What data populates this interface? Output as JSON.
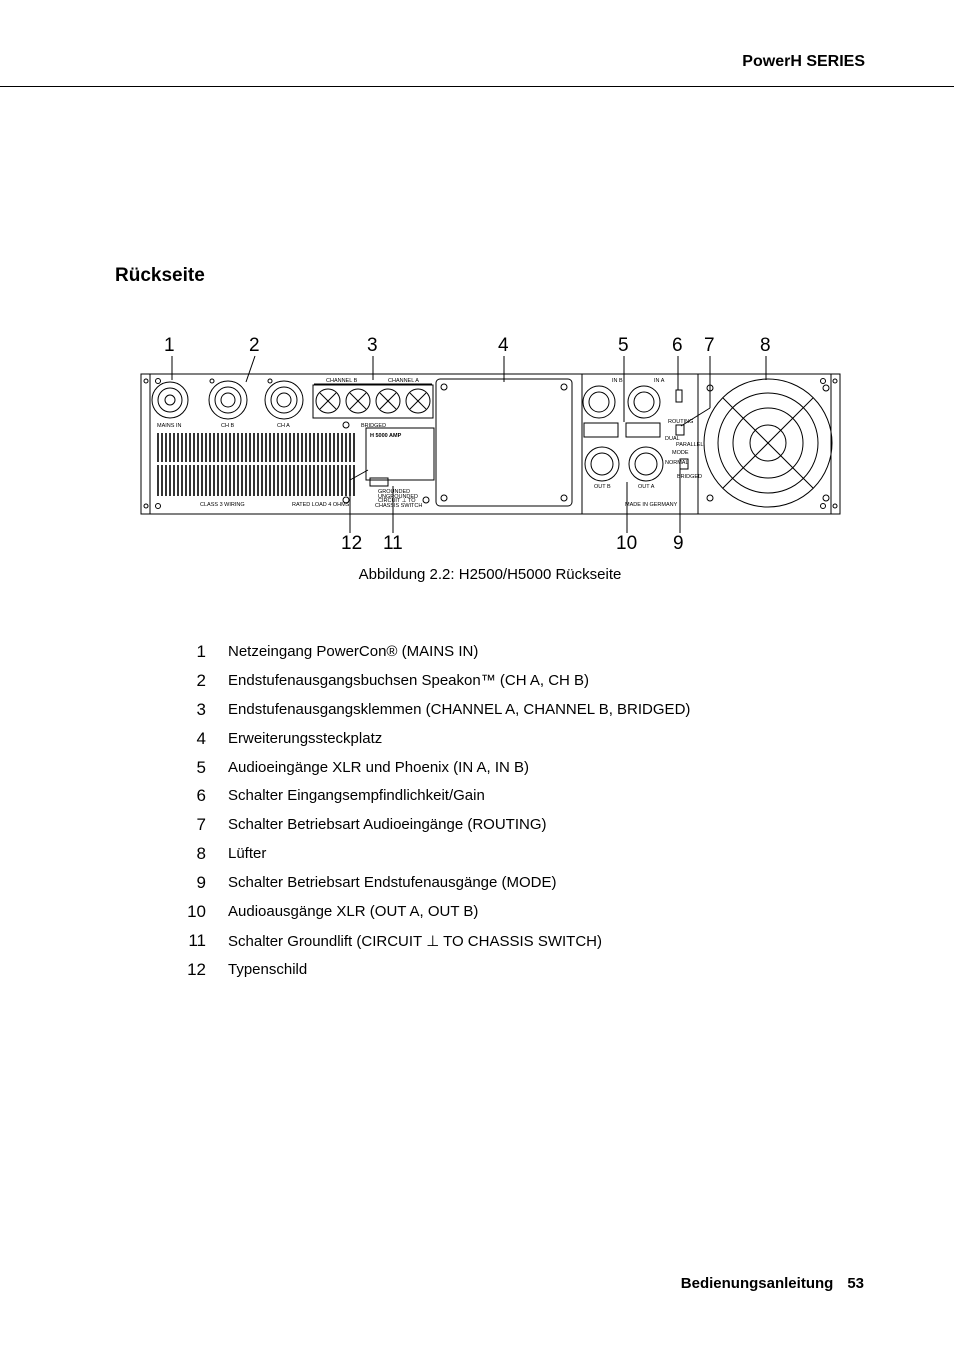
{
  "header": {
    "series_title": "PowerH SERIES"
  },
  "section": {
    "title": "Rückseite"
  },
  "figure": {
    "callouts_top": [
      "1",
      "2",
      "3",
      "4",
      "5",
      "6",
      "7",
      "8"
    ],
    "callouts_bottom": [
      "12",
      "11",
      "10",
      "9"
    ],
    "panel_labels": {
      "mains_in": "MAINS IN",
      "ch_b": "CH B",
      "ch_a": "CH A",
      "channel_b": "CHANNEL B",
      "channel_a": "CHANNEL A",
      "bridged": "BRIDGED",
      "class_wiring": "CLASS 3 WIRING",
      "rated_load": "RATED LOAD 4 OHMS",
      "nameplate_title": "H 5000 AMP",
      "in_b": "IN B",
      "in_a": "IN A",
      "out_b": "OUT B",
      "out_a": "OUT A",
      "routing": "ROUTING",
      "dual": "DUAL",
      "parallel": "PARALLEL",
      "mode": "MODE",
      "normal": "NORMAL",
      "bridged_sw": "BRIDGED",
      "made_in": "MADE IN GERMANY",
      "grounded": "GROUNDED",
      "ungrounded": "UNGROUNDED",
      "circuit_to": "CIRCUIT ⊥ TO",
      "chassis_switch": "CHASSIS SWITCH"
    },
    "caption": "Abbildung 2.2: H2500/H5000 Rückseite"
  },
  "legend": [
    {
      "num": "1",
      "text": "Netzeingang PowerCon® (MAINS IN)"
    },
    {
      "num": "2",
      "text": "Endstufenausgangsbuchsen Speakon™ (CH A, CH B)"
    },
    {
      "num": "3",
      "text": "Endstufenausgangsklemmen (CHANNEL A, CHANNEL B, BRIDGED)"
    },
    {
      "num": "4",
      "text": "Erweiterungssteckplatz"
    },
    {
      "num": "5",
      "text": "Audioeingänge XLR und Phoenix (IN A, IN B)"
    },
    {
      "num": "6",
      "text": "Schalter Eingangsempfindlichkeit/Gain"
    },
    {
      "num": "7",
      "text": "Schalter Betriebsart Audioeingänge (ROUTING)"
    },
    {
      "num": "8",
      "text": "Lüfter"
    },
    {
      "num": "9",
      "text": "Schalter Betriebsart Endstufenausgänge (MODE)"
    },
    {
      "num": "10",
      "text": "Audioausgänge XLR (OUT A, OUT B)"
    },
    {
      "num": "11",
      "text": "Schalter Groundlift (CIRCUIT ⊥ TO CHASSIS SWITCH)"
    },
    {
      "num": "12",
      "text": "Typenschild"
    }
  ],
  "footer": {
    "label": "Bedienungsanleitung",
    "page": "53"
  }
}
